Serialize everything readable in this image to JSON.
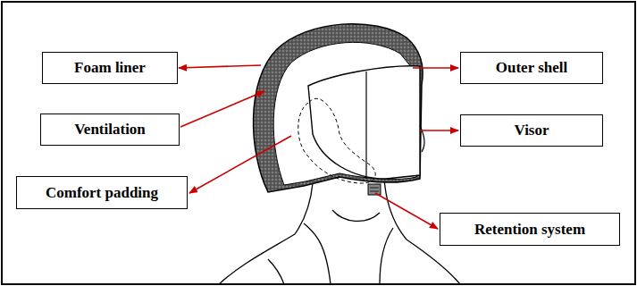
{
  "diagram": {
    "nodes": [
      {
        "text": [
          "Foam liner"
        ]
      },
      {
        "text": [
          "Ventilation"
        ]
      },
      {
        "text": [
          "Comfort padding"
        ]
      },
      {
        "text": [
          "Outer shell"
        ]
      },
      {
        "text": [
          "Visor"
        ]
      },
      {
        "text": [
          "Retention system"
        ]
      }
    ]
  }
}
